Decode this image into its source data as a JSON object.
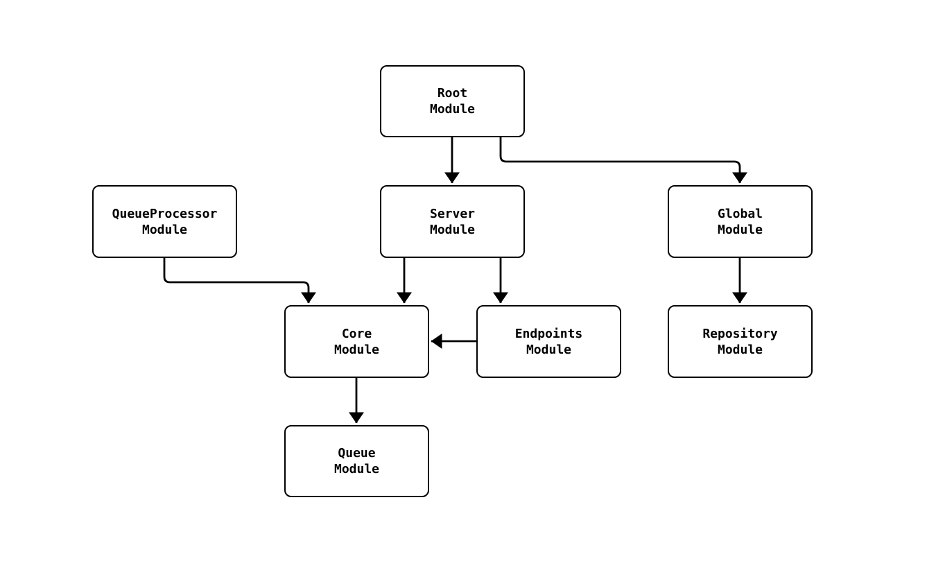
{
  "diagram": {
    "type": "flowchart",
    "background_color": "#ffffff",
    "node_fill_color": "#ffffff",
    "node_border_color": "#000000",
    "edge_color": "#000000",
    "text_color": "#000000",
    "arrow_style": "filled-triangle",
    "nodes": [
      {
        "id": "root",
        "label": "Root\nModule"
      },
      {
        "id": "queueprocessor",
        "label": "QueueProcessor\nModule"
      },
      {
        "id": "server",
        "label": "Server\nModule"
      },
      {
        "id": "global",
        "label": "Global\nModule"
      },
      {
        "id": "core",
        "label": "Core\nModule"
      },
      {
        "id": "endpoints",
        "label": "Endpoints\nModule"
      },
      {
        "id": "repository",
        "label": "Repository\nModule"
      },
      {
        "id": "queue",
        "label": "Queue\nModule"
      }
    ],
    "edges": [
      {
        "from": "root",
        "to": "server"
      },
      {
        "from": "root",
        "to": "global"
      },
      {
        "from": "queueprocessor",
        "to": "core"
      },
      {
        "from": "server",
        "to": "core"
      },
      {
        "from": "server",
        "to": "endpoints"
      },
      {
        "from": "endpoints",
        "to": "core"
      },
      {
        "from": "global",
        "to": "repository"
      },
      {
        "from": "core",
        "to": "queue"
      }
    ]
  }
}
